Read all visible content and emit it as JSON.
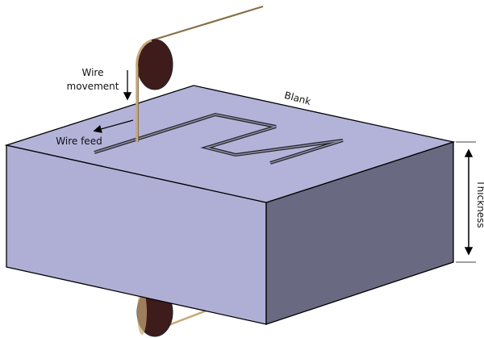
{
  "labels": {
    "wire_movement_line1": "Wire",
    "wire_movement_line2": "movement",
    "wire_feed": "Wire feed",
    "blank": "Blank",
    "thickness": "Thickness"
  },
  "colors": {
    "top_face": "#b3b3d9",
    "front_face": "#afafd6",
    "side_face": "#696982",
    "pulley": "#3e1c1c",
    "wire": "#c8a878"
  }
}
